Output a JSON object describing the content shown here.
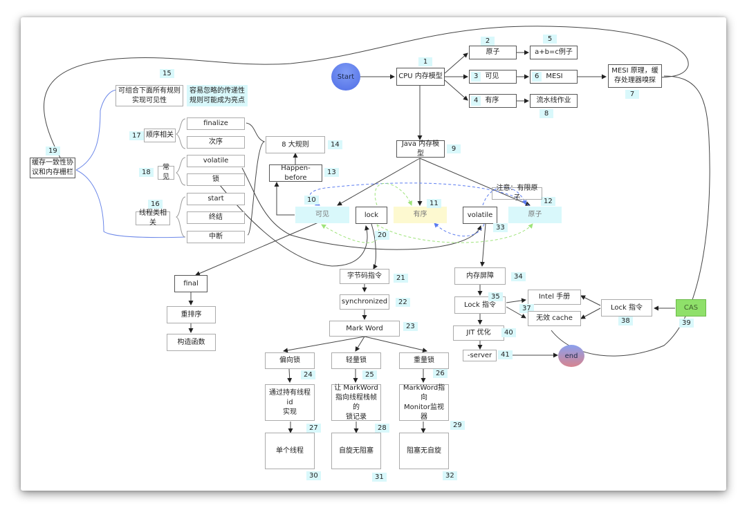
{
  "diagram": {
    "start": "Start",
    "end": "end",
    "nodes": {
      "cpu_model": "CPU 内存模型",
      "atomic": "原子",
      "visible": "可见",
      "ordered": "有序",
      "abc_example": "a+b=c例子",
      "mesi": "MESI",
      "pipeline": "流水线作业",
      "mesi_principle": "MESI 原理，缓\n存处理器嗅探",
      "java_model": "Java 内存模型",
      "eight_rules": "8 大规则",
      "happen_before": "Happen-before",
      "jmm_visible": "可见",
      "jmm_lock": "lock",
      "jmm_ordered": "有序",
      "jmm_volatile": "volatile",
      "jmm_atomic": "原子",
      "limited_atomic_note": "注意：有限原子",
      "combine_rules": "可组合下面所有规则\n实现可见性",
      "transitivity_note": "容易忽略的传递性\n规则可能成为亮点",
      "order_related": "顺序相关",
      "finalize": "finalize",
      "sequence": "次序",
      "common": "常见",
      "volatile_rule": "volatile",
      "lock_rule": "锁",
      "thread_related": "线程类相关",
      "start_rule": "start",
      "terminate_rule": "终结",
      "interrupt_rule": "中断",
      "cache_coherence": "缓存一致性协\n议和内存栅栏",
      "final": "final",
      "reorder": "重排序",
      "constructor": "构造函数",
      "bytecode": "字节码指令",
      "synchronized": "synchronized",
      "mark_word": "Mark Word",
      "biased_lock": "偏向锁",
      "lightweight_lock": "轻量锁",
      "heavyweight_lock": "重量锁",
      "biased_desc": "通过持有线程id\n实现",
      "lightweight_desc": "让 MarkWord\n指向线程栈帧的\n锁记录",
      "heavyweight_desc": "MarkWord指向\nMonitor监视器",
      "single_thread": "单个线程",
      "spin_nonblock": "自旋无阻塞",
      "block_nospin": "阻塞无自旋",
      "memory_barrier": "内存屏障",
      "lock_instruction": "Lock 指令",
      "intel_manual": "Intel 手册",
      "invalid_cache": "无效 cache",
      "lock_instruction_2": "Lock 指令",
      "cas": "CAS",
      "jit": "JIT 优化",
      "server": "-server"
    },
    "labels": {
      "n1": "1",
      "n2": "2",
      "n3": "3",
      "n4": "4",
      "n5": "5",
      "n6": "6",
      "n7": "7",
      "n8": "8",
      "n9": "9",
      "n10": "10",
      "n11": "11",
      "n12": "12",
      "n13": "13",
      "n14": "14",
      "n15": "15",
      "n16": "16",
      "n17": "17",
      "n18": "18",
      "n19": "19",
      "n20": "20",
      "n21": "21",
      "n22": "22",
      "n23": "23",
      "n24": "24",
      "n25": "25",
      "n26": "26",
      "n27": "27",
      "n28": "28",
      "n29": "29",
      "n30": "30",
      "n31": "31",
      "n32": "32",
      "n33": "33",
      "n34": "34",
      "n35": "35",
      "n37": "37",
      "n38": "38",
      "n39": "39",
      "n40": "40",
      "n41": "41"
    }
  },
  "colors": {
    "label_bg": "#d9f8fb",
    "visible_bg": "#d9f8fb",
    "ordered_bg": "#fdf9d0",
    "cas_bg": "#8fe06a",
    "blue_dashed": "#5b7cf0",
    "green_dashed": "#9ee37a",
    "brace_blue": "#6a86e8"
  }
}
